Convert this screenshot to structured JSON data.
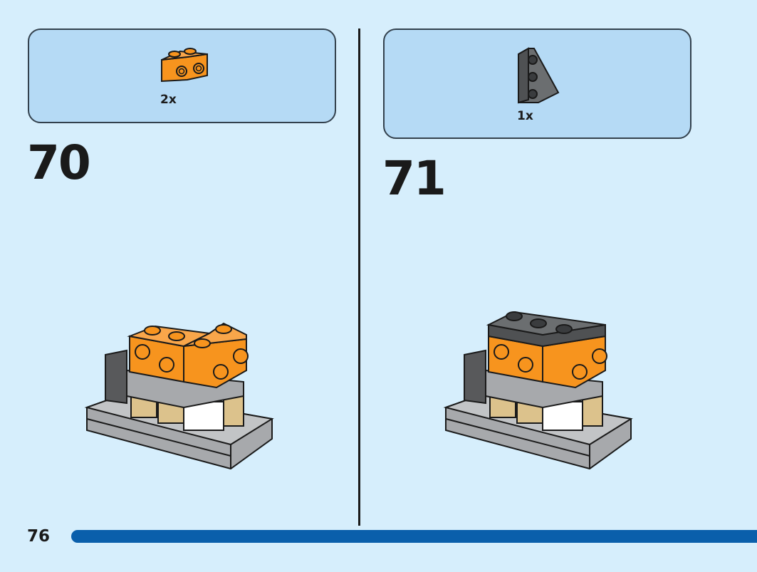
{
  "page": {
    "number": "76"
  },
  "steps": [
    {
      "number": "70",
      "parts": [
        {
          "quantity": "2x",
          "color": "#f7941e",
          "icon": "orange-brick-1x2-with-side-studs"
        }
      ]
    },
    {
      "number": "71",
      "parts": [
        {
          "quantity": "1x",
          "color": "#6b6e70",
          "icon": "dark-grey-wedge-plate"
        }
      ]
    }
  ],
  "colors": {
    "panel_background": "#b5daf5",
    "page_background": "#d6eefc",
    "progress_bar": "#0a5fab",
    "orange": "#f7941e",
    "dark_grey": "#58595b",
    "light_grey": "#a7a9ac",
    "tan": "#dcc28c"
  }
}
